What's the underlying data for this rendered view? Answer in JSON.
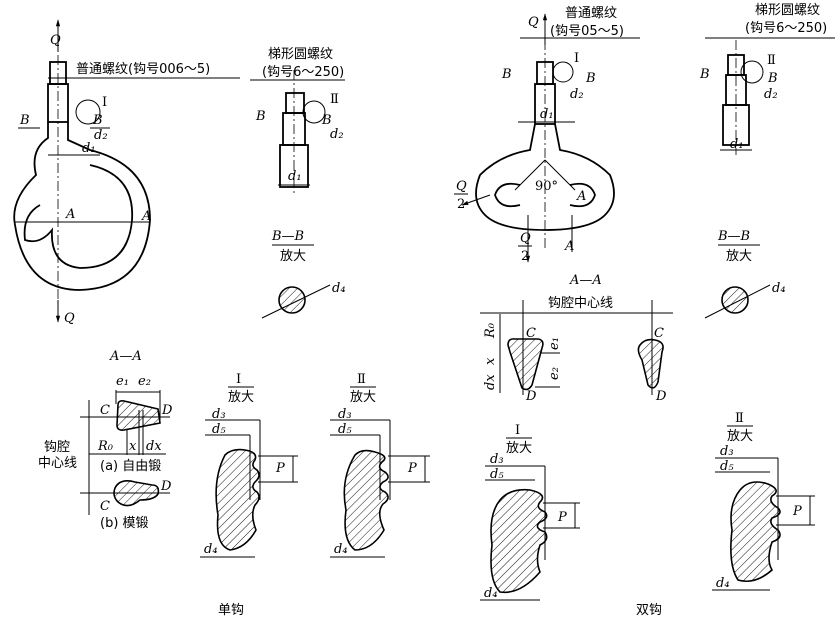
{
  "single_hook": {
    "caption": "单钩",
    "thread_note": "普通螺纹(钩号006～5)",
    "trap_note_1": "梯形圆螺纹",
    "trap_note_2": "(钩号6～250)",
    "load": "Q",
    "B": "B",
    "A": "A",
    "d1": "d₁",
    "d2": "d₂",
    "d4": "d₄",
    "roman_1": "Ⅰ",
    "roman_2": "Ⅱ",
    "section_bb": "B—B",
    "enlarged": "放大",
    "section_aa": "A—A",
    "e1": "e₁",
    "e2": "e₂",
    "C": "C",
    "D": "D",
    "R0": "R₀",
    "x": "x",
    "dx": "dx",
    "cavity_line_1": "钩腔",
    "cavity_line_2": "中心线",
    "free_forging": "(a) 自由锻",
    "die_forging": "(b) 模锻",
    "detail_1_title": "Ⅰ",
    "detail_2_title": "Ⅱ",
    "d3": "d₃",
    "d5": "d₅",
    "P": "P"
  },
  "double_hook": {
    "caption": "双钩",
    "thread_note_1": "普通螺纹",
    "thread_note_2": "(钩号05～5)",
    "trap_note_1": "梯形圆螺纹",
    "trap_note_2": "(钩号6～250)",
    "load": "Q",
    "half_load": "Q",
    "half_den": "2",
    "angle": "90°",
    "section_aa": "A—A",
    "cavity_line": "钩腔中心线"
  }
}
